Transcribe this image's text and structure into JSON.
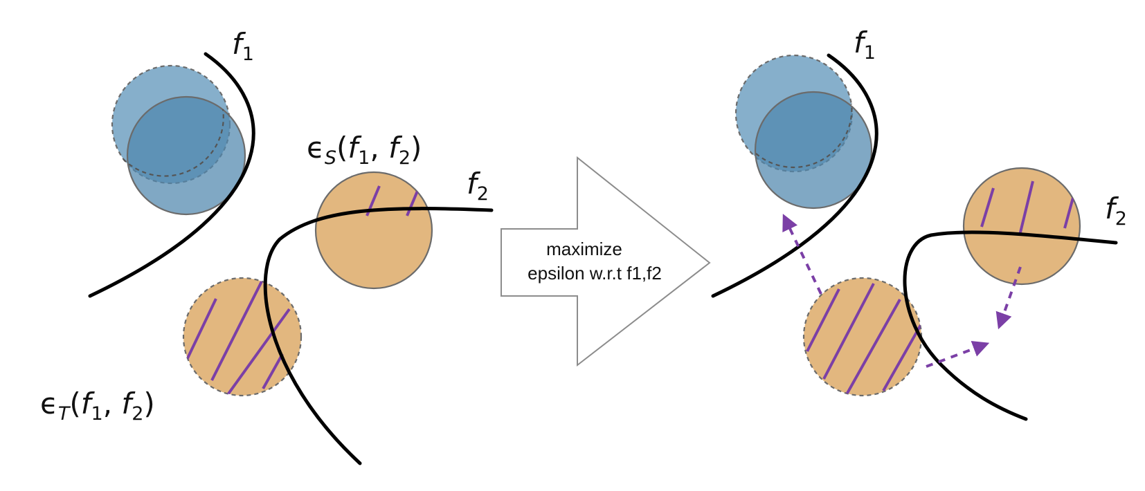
{
  "colors": {
    "source_blue": "#6b9dbf",
    "source_blue_dark": "#4f86ad",
    "target_orange": "#e2b77f",
    "hatch_purple": "#7b3fa6",
    "curve_black": "#000000",
    "outline_gray": "#6b6b6b"
  },
  "left_panel": {
    "f1_label": {
      "base": "f",
      "sub": "1"
    },
    "f2_label": {
      "base": "f",
      "sub": "2"
    },
    "eps_s_label": {
      "eps": "ϵ",
      "sub": "S",
      "open": "(",
      "f1": "f",
      "f1_sub": "1",
      "comma": ", ",
      "f2": "f",
      "f2_sub": "2",
      "close": ")"
    },
    "eps_t_label": {
      "eps": "ϵ",
      "sub": "T",
      "open": "(",
      "f1": "f",
      "f1_sub": "1",
      "comma": ", ",
      "f2": "f",
      "f2_sub": "2",
      "close": ")"
    }
  },
  "center_arrow": {
    "line1": "maximize",
    "line2": "epsilon w.r.t f1,f2"
  },
  "right_panel": {
    "f1_label": {
      "base": "f",
      "sub": "1"
    },
    "f2_label": {
      "base": "f",
      "sub": "2"
    }
  }
}
